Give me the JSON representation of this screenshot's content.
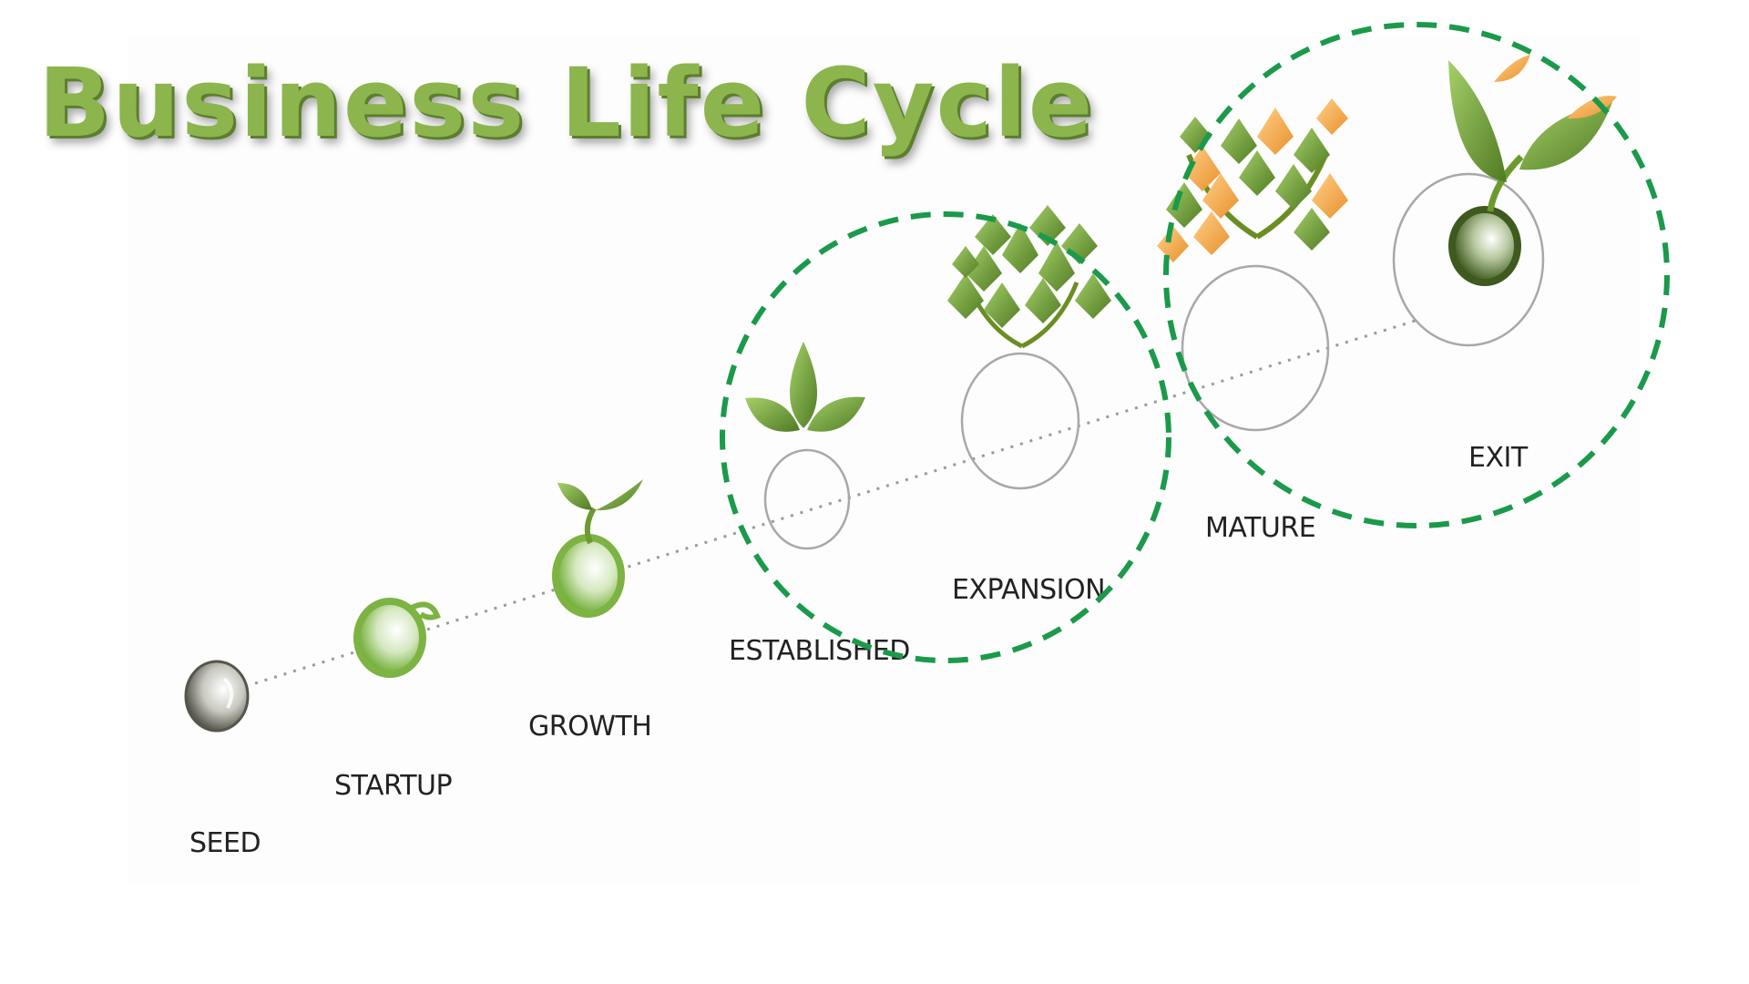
{
  "title": "Business Life Cycle",
  "stages": [
    {
      "key": "seed",
      "label": "SEED"
    },
    {
      "key": "startup",
      "label": "STARTUP"
    },
    {
      "key": "growth",
      "label": "GROWTH"
    },
    {
      "key": "established",
      "label": "ESTABLISHED"
    },
    {
      "key": "expansion",
      "label": "EXPANSION"
    },
    {
      "key": "mature",
      "label": "MATURE"
    },
    {
      "key": "exit",
      "label": "EXIT"
    }
  ],
  "highlights": [
    {
      "name": "established-expansion-highlight",
      "stages": [
        "established",
        "expansion"
      ]
    },
    {
      "name": "mature-exit-highlight",
      "stages": [
        "mature",
        "exit"
      ]
    }
  ],
  "colors": {
    "title": "#8cb54e",
    "leaf_green": "#7cb342",
    "leaf_dark": "#4f7a22",
    "leaf_orange": "#f0a040",
    "highlight_dash": "#1a9a4a",
    "connector": "#9a9a9a"
  }
}
